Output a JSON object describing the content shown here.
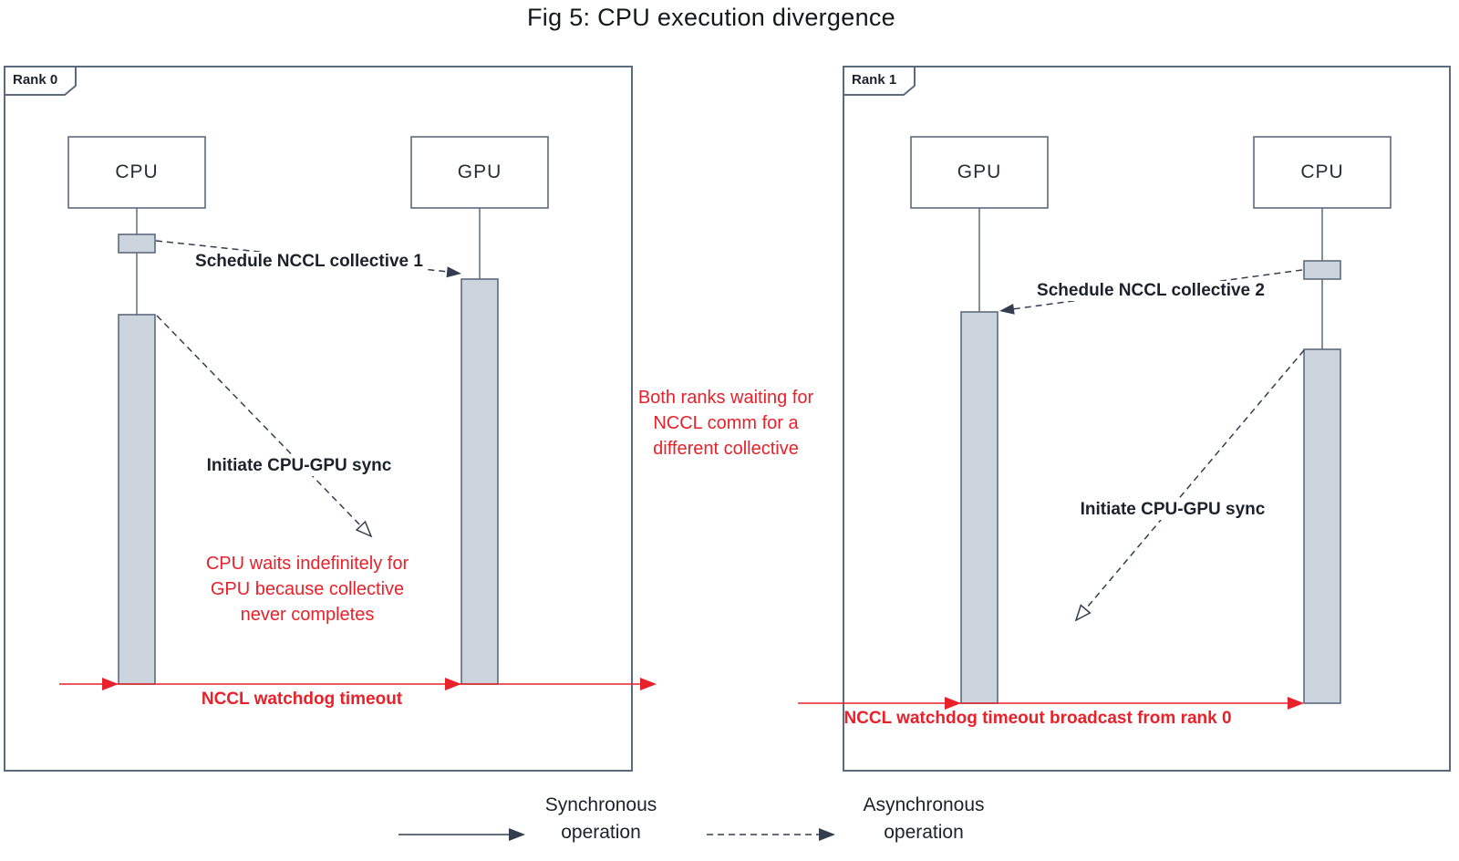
{
  "title": "Fig 5: CPU execution divergence",
  "colors": {
    "red": "#e8212a",
    "slate": "#5b6b7e",
    "bar_fill": "#ccd4de",
    "arrow_dark": "#323e4e"
  },
  "rank0": {
    "frame_label": "Rank 0",
    "cpu_box_label": "CPU",
    "gpu_box_label": "GPU",
    "schedule_label": "Schedule NCCL collective 1",
    "sync_label": "Initiate CPU-GPU sync",
    "wait_note": "CPU waits indefinitely for\nGPU because collective\nnever completes",
    "watchdog_label": "NCCL watchdog timeout"
  },
  "rank1": {
    "frame_label": "Rank 1",
    "gpu_box_label": "GPU",
    "cpu_box_label": "CPU",
    "schedule_label": "Schedule NCCL collective 2",
    "sync_label": "Initiate CPU-GPU sync",
    "watchdog_label": "NCCL watchdog timeout broadcast from rank 0"
  },
  "between_note": "Both ranks waiting for\nNCCL comm for a\ndifferent collective",
  "legend": {
    "sync_label": "Synchronous\noperation",
    "async_label": "Asynchronous\noperation"
  }
}
